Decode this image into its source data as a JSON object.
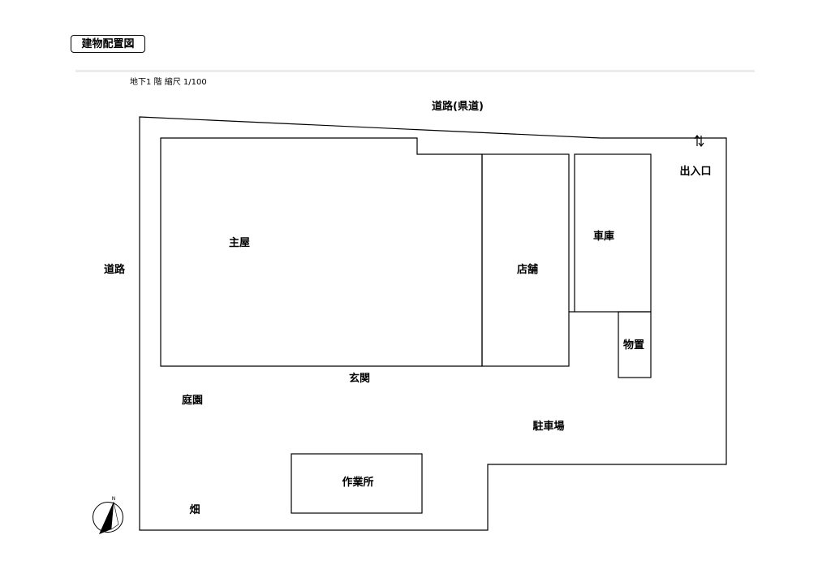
{
  "header": {
    "title": "建物配置図",
    "subtitle": "地下1 階 縮尺 1/100"
  },
  "labels": {
    "road_prefectural": "道路(県道)",
    "road_west": "道路",
    "entrance": "出入口",
    "main_house": "主屋",
    "shop": "店舗",
    "garage": "車庫",
    "storage": "物置",
    "front_door": "玄関",
    "garden": "庭園",
    "parking": "駐車場",
    "workshop": "作業所",
    "field": "畑"
  },
  "icons": {
    "entrance_arrows": "up-down-arrows-icon",
    "north_compass": "north-compass-icon",
    "north_label": "N"
  }
}
